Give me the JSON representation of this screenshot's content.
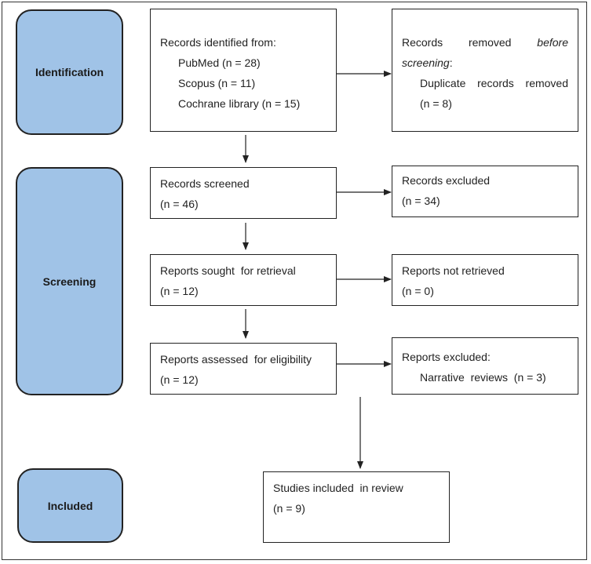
{
  "stages": {
    "identification": "Identification",
    "screening": "Screening",
    "included": "Included"
  },
  "boxes": {
    "identified": {
      "heading": "Records identified from:",
      "sources": [
        "PubMed (n = 28)",
        "Scopus (n = 11)",
        "Cochrane library (n = 15)"
      ]
    },
    "removed": {
      "words": [
        "Records",
        "removed",
        "before"
      ],
      "italic_word": "screening",
      "colon": ":",
      "detail_words": [
        "Duplicate",
        "records",
        "removed"
      ],
      "count": "(n = 8)"
    },
    "screened": {
      "label": "Records screened",
      "count": "(n = 46)"
    },
    "excluded": {
      "label": "Records excluded",
      "count": "(n = 34)"
    },
    "sought": {
      "label": "Reports sought  for retrieval",
      "count": "(n = 12)"
    },
    "not_retrieved": {
      "label": "Reports not retrieved",
      "count": "(n = 0)"
    },
    "assessed": {
      "label": "Reports assessed  for eligibility",
      "count": "(n = 12)"
    },
    "reports_excluded": {
      "label": "Reports excluded:",
      "detail": "Narrative  reviews  (n = 3)"
    },
    "included": {
      "label": "Studies included  in review",
      "count": "(n = 9)"
    }
  },
  "colors": {
    "stage_fill": "#a0c3e7",
    "line": "#222222"
  }
}
